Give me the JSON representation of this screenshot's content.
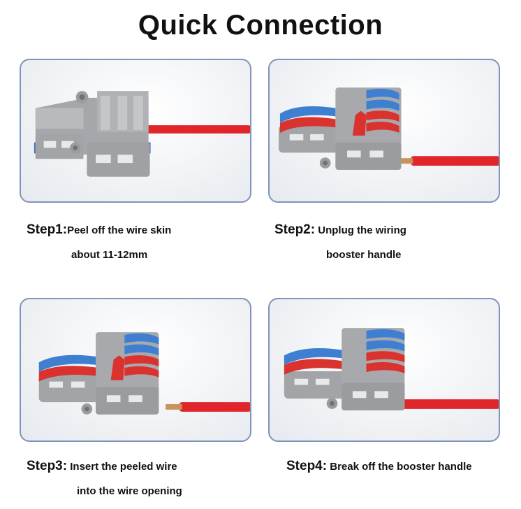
{
  "title": "Quick Connection",
  "steps": [
    {
      "step": "Step1:",
      "line1": "Peel off the wire skin",
      "line2": "about 11-12mm"
    },
    {
      "step": "Step2:",
      "line1": " Unplug the wiring",
      "line2": "booster handle"
    },
    {
      "step": "Step3:",
      "line1": " Insert the peeled wire",
      "line2": "into the wire opening"
    },
    {
      "step": "Step4:",
      "line1": " Break off the booster handle",
      "line2": ""
    }
  ],
  "colors": {
    "panel_border": "#7e94b8",
    "connector_gray": "#9a9ca0",
    "lever_blue": "#3f7fd1",
    "lever_red": "#d9322f",
    "wire_red": "#e0262a",
    "copper": "#c9925a"
  }
}
